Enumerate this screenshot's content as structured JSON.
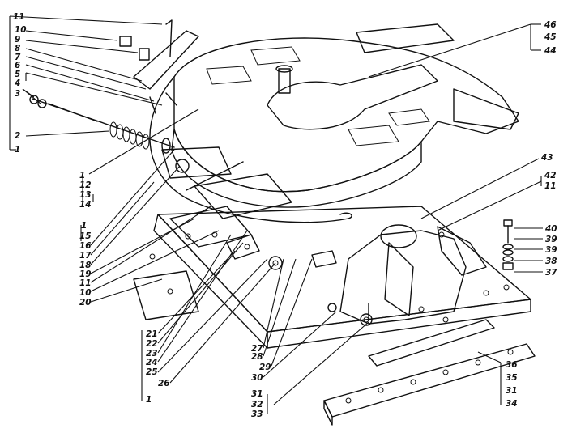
{
  "labels": {
    "l11a": "11",
    "l10": "10",
    "l9": "9",
    "l8": "8",
    "l7": "7",
    "l6": "6",
    "l5": "5",
    "l4": "4",
    "l3": "3",
    "l2": "2",
    "l1a": "1",
    "l1b": "1",
    "l12": "12",
    "l13": "13",
    "l14": "14",
    "l1c": "1",
    "l15": "15",
    "l16": "16",
    "l17": "17",
    "l18": "18",
    "l19": "19",
    "l11b": "11",
    "l10b": "10",
    "l20": "20",
    "l21": "21",
    "l22": "22",
    "l23": "23",
    "l24": "24",
    "l25": "25",
    "l26": "26",
    "l1d": "1",
    "l27": "27",
    "l28": "28",
    "l29": "29",
    "l30": "30",
    "l31": "31",
    "l32": "32",
    "l33": "33",
    "l46": "46",
    "l45": "45",
    "l44": "44",
    "l43": "43",
    "l42": "42",
    "l11c": "11",
    "l40": "40",
    "l39a": "39",
    "l39b": "39",
    "l38": "38",
    "l37": "37",
    "l36": "36",
    "l35": "35",
    "l31b": "31",
    "l34": "34"
  }
}
